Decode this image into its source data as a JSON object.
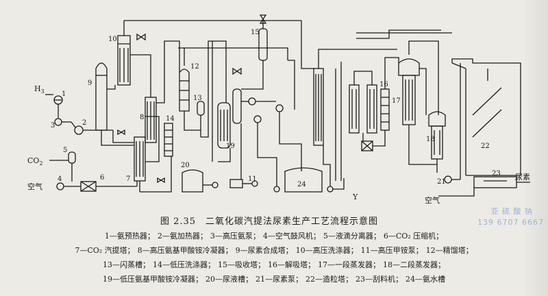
{
  "figure": {
    "number": "图 2.35",
    "title": "二氧化碳汽提法尿素生产工艺流程示意图"
  },
  "stream_labels": {
    "h3": "H",
    "h3_sub": "3",
    "co2": "CO",
    "co2_sub": "2",
    "air_left": "空气",
    "air_right": "空气",
    "y": "Y",
    "urea": "尿素"
  },
  "equipment_numbers": [
    "1",
    "2",
    "3",
    "4",
    "5",
    "6",
    "7",
    "8",
    "9",
    "10",
    "11",
    "12",
    "13",
    "14",
    "15",
    "16",
    "17",
    "18",
    "19",
    "20",
    "21",
    "22",
    "23",
    "24"
  ],
  "legend": [
    [
      "1—氨预热器；",
      "2—氨加热器；",
      "3—高压氨泵；",
      "4—空气鼓风机；",
      "5—液滴分离器；",
      "6—CO₂ 压缩机；"
    ],
    [
      "7—CO₂ 汽提塔；",
      "8—高压氨基甲酸铵冷凝器；",
      "9—尿素合成塔；",
      "10—高压洗涤器；",
      "11—高压甲铵泵；",
      "12—精馏塔；"
    ],
    [
      "13—闪蒸槽；",
      "14—低压洗涤器；",
      "15—吸收塔；",
      "16—解吸塔；",
      "17—一段蒸发器；",
      "18—二段蒸发器；"
    ],
    [
      "19—低压氨基甲酸铵冷凝器；",
      "20—尿液槽；",
      "21—尿素泵；",
      "22—造粒塔；",
      "23—刮料机；",
      "24—氨水槽"
    ]
  ],
  "watermark": {
    "line1": "亚 硫 酸 钠",
    "line2": "139 6707 6667"
  }
}
